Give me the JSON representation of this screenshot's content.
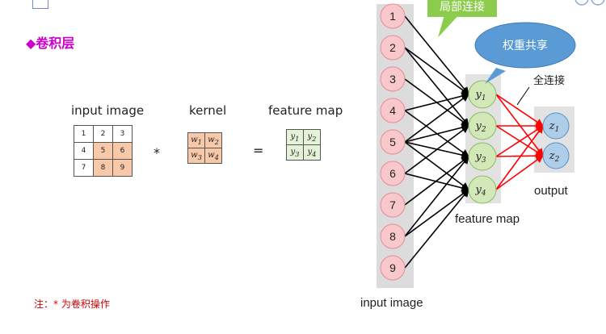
{
  "section_title": "◆卷积层",
  "note": "注：* 为卷积操作",
  "left_diagram": {
    "input_label": "input image",
    "kernel_label": "kernel",
    "feature_label": "feature map",
    "input_matrix": [
      [
        "1",
        "2",
        "3"
      ],
      [
        "4",
        "5",
        "6"
      ],
      [
        "7",
        "8",
        "9"
      ]
    ],
    "kernel_matrix": [
      [
        "w1",
        "w2"
      ],
      [
        "w3",
        "w4"
      ]
    ],
    "feature_matrix": [
      [
        "y1",
        "y2"
      ],
      [
        "y3",
        "y4"
      ]
    ],
    "conv_op": "*",
    "equals_op": "="
  },
  "network": {
    "input_nodes": [
      "1",
      "2",
      "3",
      "4",
      "5",
      "6",
      "7",
      "8",
      "9"
    ],
    "hidden_nodes": [
      "y1",
      "y2",
      "y3",
      "y4"
    ],
    "output_nodes": [
      "z1",
      "z2"
    ],
    "callout_local": "局部连接",
    "callout_shared": "权重共享",
    "full_conn_label": "全连接",
    "output_label": "output",
    "feature_map_label": "feature map",
    "input_image_label": "input image"
  },
  "colors": {
    "input_node_fill": "#f9c8cc",
    "input_node_stroke": "#e88a92",
    "hidden_node_fill": "#d2e8b8",
    "hidden_node_stroke": "#8cbc62",
    "output_node_fill": "#aecde8",
    "output_node_stroke": "#5a8fc4",
    "callout_green": "#8ccc4c",
    "callout_blue": "#5b9bd5",
    "full_conn_edge": "#ff0000"
  }
}
